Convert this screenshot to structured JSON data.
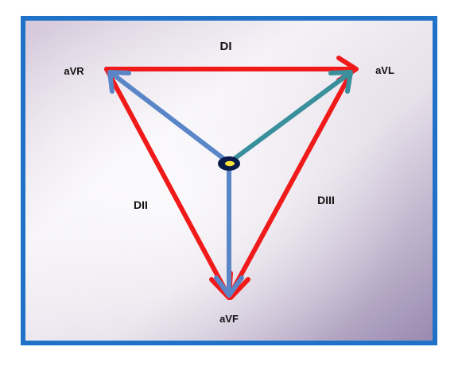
{
  "diagram": {
    "labels": {
      "lead_d1": "DI",
      "lead_d2": "DII",
      "lead_d3": "DIII",
      "avr": "aVR",
      "avl": "aVL",
      "avf": "aVF"
    },
    "colors": {
      "frame_border": "#1f72c8",
      "triangle_red": "#f01a1a",
      "axis_blue": "#5a86c8",
      "axis_teal": "#3a8f9c",
      "center_dark": "#0a1a4a",
      "center_yellow": "#ffe23a"
    }
  }
}
